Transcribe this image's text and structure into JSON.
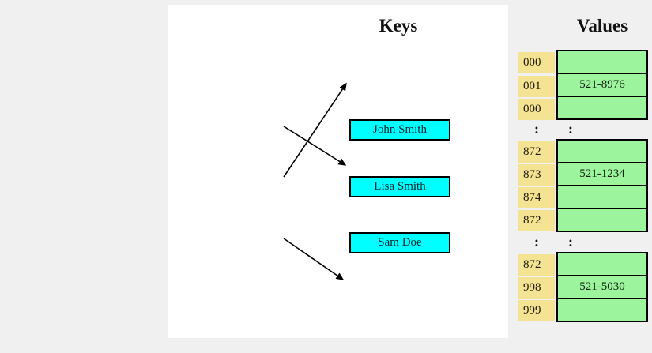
{
  "headings": {
    "keys": "Keys",
    "values": "Values"
  },
  "keys": [
    {
      "label": "John Smith"
    },
    {
      "label": "Lisa Smith"
    },
    {
      "label": "Sam Doe"
    }
  ],
  "groups": [
    {
      "indices": [
        "000",
        "001",
        "000"
      ],
      "values": [
        "",
        "521-8976",
        ""
      ]
    },
    {
      "indices": [
        "872",
        "873",
        "874",
        "872"
      ],
      "values": [
        "",
        "521-1234",
        "",
        ""
      ]
    },
    {
      "indices": [
        "872",
        "998",
        "999"
      ],
      "values": [
        "",
        "521-5030",
        ""
      ]
    }
  ],
  "separator": ":",
  "arrows": [
    {
      "from": "John Smith",
      "to_index": "873"
    },
    {
      "from": "Lisa Smith",
      "to_index": "001"
    },
    {
      "from": "Sam Doe",
      "to_index": "998"
    }
  ],
  "colors": {
    "key_fill": "#00ffff",
    "index_fill": "#f5e394",
    "value_fill": "#9cf59c",
    "border": "#000000",
    "arrow": "#000000",
    "canvas_bg": "#ffffff",
    "page_bg": "#f0f0f1"
  }
}
